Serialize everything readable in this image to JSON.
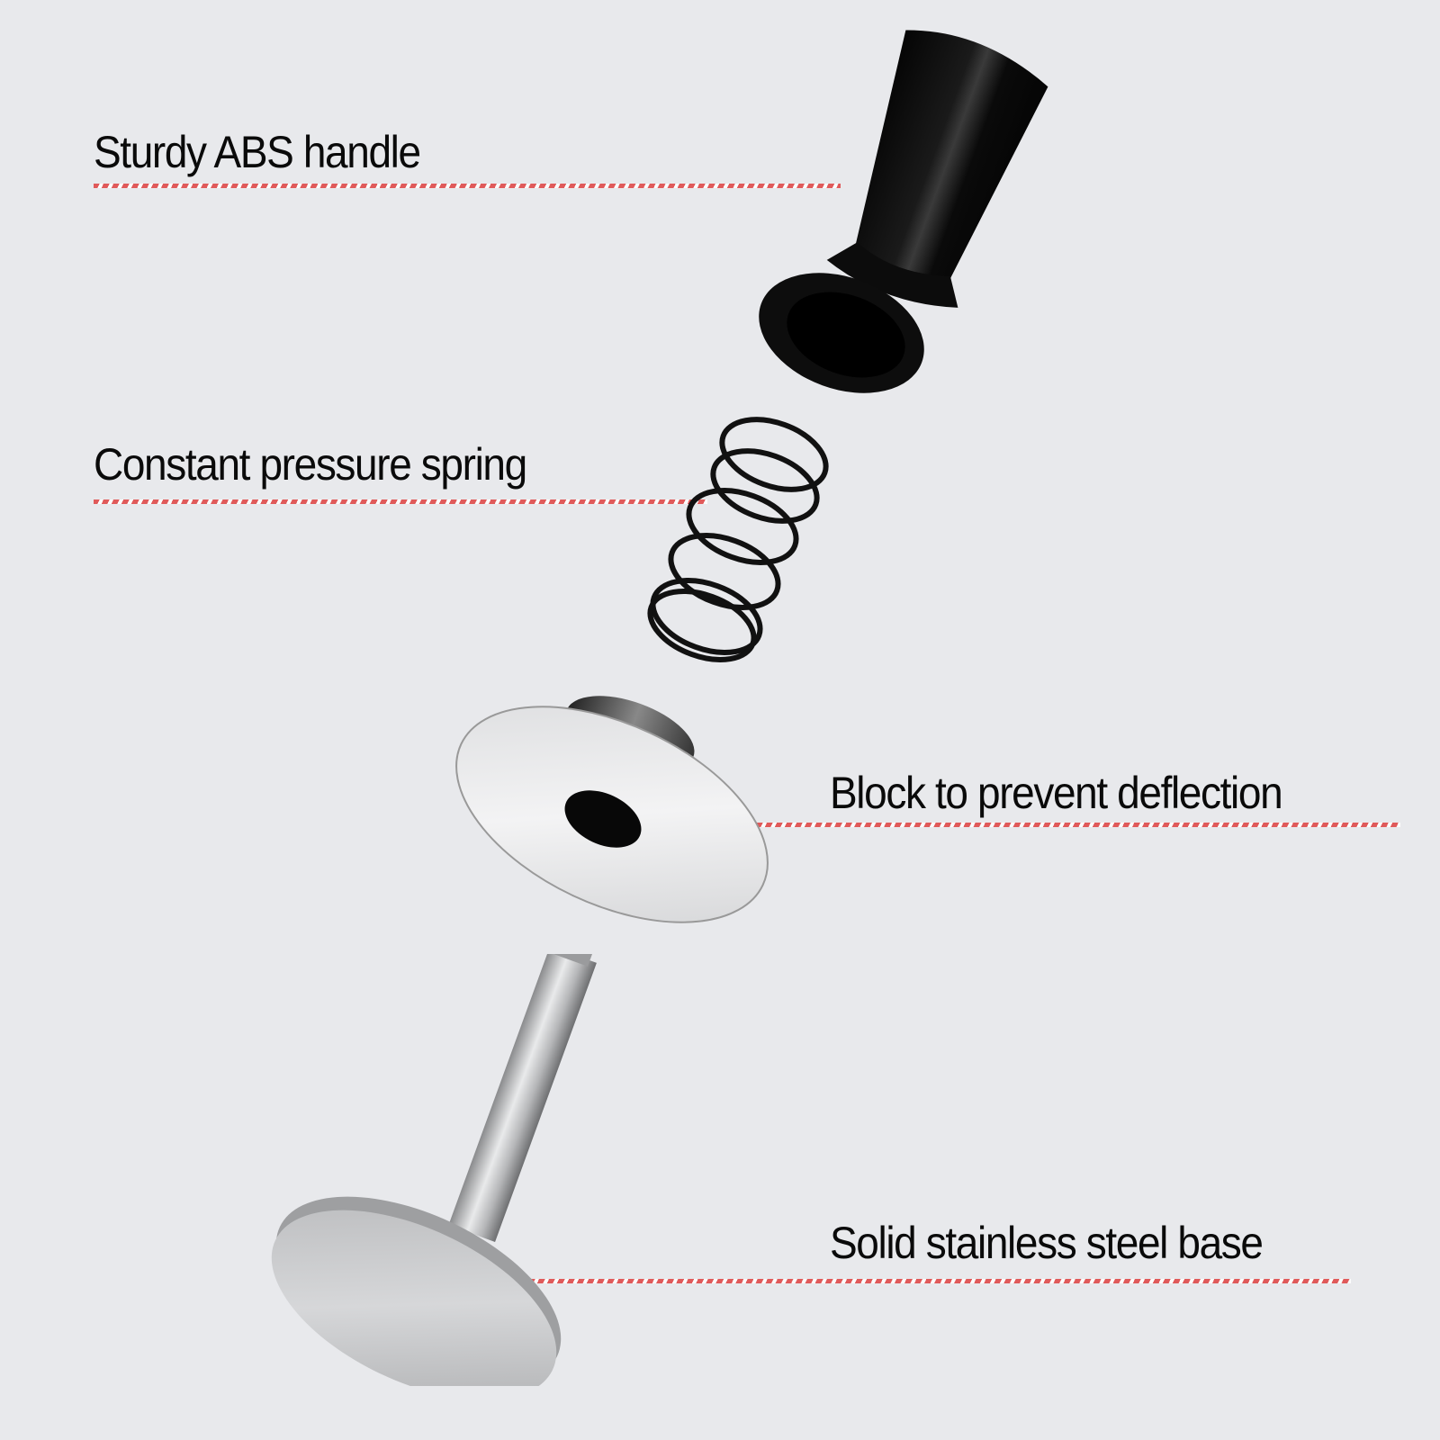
{
  "labels": [
    {
      "id": "handle",
      "text": "Sturdy ABS handle"
    },
    {
      "id": "spring",
      "text": "Constant pressure spring"
    },
    {
      "id": "block",
      "text": "Block to prevent deflection"
    },
    {
      "id": "base",
      "text": "Solid stainless steel base"
    }
  ],
  "colors": {
    "background": "#e8e9ec",
    "leader_line": "#e05a5a",
    "text": "#0a0a0a",
    "handle": "#0b0b0b",
    "steel": "#c9cacc"
  },
  "parts": [
    {
      "id": "handle",
      "name": "ABS handle",
      "color": "black"
    },
    {
      "id": "spring",
      "name": "compression spring",
      "color": "black"
    },
    {
      "id": "block",
      "name": "anti-deflection block",
      "color": "silver"
    },
    {
      "id": "base",
      "name": "stainless steel base",
      "color": "silver"
    }
  ]
}
